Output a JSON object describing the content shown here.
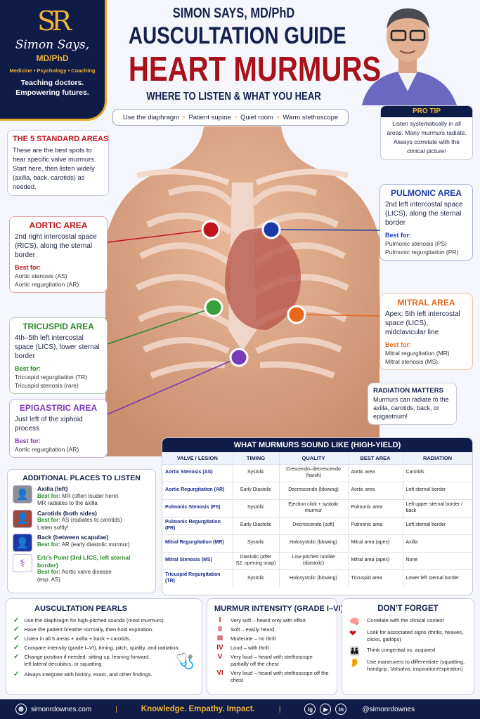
{
  "logo": {
    "monogram": "SR",
    "name": "Simon Says,",
    "credentials": "MD/PhD",
    "tagline": "Medicine • Psychology • Coaching",
    "mission_1": "Teaching doctors.",
    "mission_2": "Empowering futures."
  },
  "header": {
    "kicker": "SIMON SAYS, MD/PhD",
    "title": "AUSCULTATION GUIDE",
    "headline": "HEART MURMURS",
    "subtitle": "WHERE TO LISTEN & WHAT YOU HEAR",
    "tips": [
      "Use the diaphragm",
      "Patient supine",
      "Quiet room",
      "Warm stethoscope"
    ]
  },
  "pro_tip": {
    "title": "PRO TIP",
    "text": "Listen systematically in all areas. Many murmurs radiate. Always correlate with the clinical picture!"
  },
  "standard": {
    "title": "THE 5 STANDARD AREAS",
    "text": "These are the best spots to hear specific valve murmurs. Start here, then listen widely (axilla, back, carotids) as needed."
  },
  "areas": {
    "aortic": {
      "title": "AORTIC AREA",
      "location": "2nd right intercostal space (RICS), along the sternal border",
      "best_for_label": "Best for:",
      "items": [
        "Aortic stenosis (AS)",
        "Aortic regurgitation (AR)"
      ],
      "color": "#c0151c"
    },
    "pulmonic": {
      "title": "PULMONIC AREA",
      "location": "2nd left intercostal space (LICS), along the sternal border",
      "best_for_label": "Best for:",
      "items": [
        "Pulmonic stenosis (PS)",
        "Pulmonic regurgitation (PR)"
      ],
      "color": "#1a3aa8"
    },
    "tricuspid": {
      "title": "TRICUSPID AREA",
      "location": "4th–5th left intercostal space (LICS), lower sternal border",
      "best_for_label": "Best for:",
      "items": [
        "Tricuspid regurgitation (TR)",
        "Tricuspid stenosis (rare)"
      ],
      "color": "#2a8a2a"
    },
    "mitral": {
      "title": "MITRAL AREA",
      "location": "Apex: 5th left intercostal space (LICS), midclavicular line",
      "best_for_label": "Best for:",
      "items": [
        "Mitral regurgitation (MR)",
        "Mitral stenosis (MS)"
      ],
      "color": "#e8671a"
    },
    "epigastric": {
      "title": "EPIGASTRIC AREA",
      "location": "Just left of the xiphoid process",
      "best_for_label": "Best for:",
      "items": [
        "Aortic regurgitation (AR)"
      ],
      "color": "#7a3ab8"
    }
  },
  "radiation": {
    "title": "RADIATION MATTERS",
    "text": "Murmurs can radiate to the axilla, carotids, back, or epigastrium!"
  },
  "table": {
    "title": "WHAT MURMURS SOUND LIKE (HIGH-YIELD)",
    "headers": [
      "VALVE / LESION",
      "TIMING",
      "QUALITY",
      "BEST AREA",
      "RADIATION"
    ],
    "rows": [
      [
        "Aortic Stenosis (AS)",
        "Systolic",
        "Crescendo–decrescendo (harsh)",
        "Aortic area",
        "Carotids"
      ],
      [
        "Aortic Regurgitation (AR)",
        "Early Diastolic",
        "Decrescendo (blowing)",
        "Aortic area",
        "Left sternal border"
      ],
      [
        "Pulmonic Stenosis (PS)",
        "Systolic",
        "Ejection click + systolic murmur",
        "Pulmonic area",
        "Left upper sternal border / back"
      ],
      [
        "Pulmonic Regurgitation (PR)",
        "Early Diastolic",
        "Decrescendo (soft)",
        "Pulmonic area",
        "Left sternal border"
      ],
      [
        "Mitral Regurgitation (MR)",
        "Systolic",
        "Holosystolic (blowing)",
        "Mitral area (apex)",
        "Axilla"
      ],
      [
        "Mitral Stenosis (MS)",
        "Diastolic (after S2, opening snap)",
        "Low-pitched rumble (diastolic)",
        "Mitral area (apex)",
        "None"
      ],
      [
        "Tricuspid Regurgitation (TR)",
        "Systolic",
        "Holosystolic (blowing)",
        "Tricuspid area",
        "Lower left sternal border"
      ]
    ]
  },
  "additional": {
    "title": "ADDITIONAL PLACES TO LISTEN",
    "items": [
      {
        "name": "Axilla (left)",
        "best": "MR (often louder here)",
        "note": "MR radiates to the axilla",
        "icon": "torso-axilla-icon",
        "bg": "#8a8f99"
      },
      {
        "name": "Carotids (both sides)",
        "best": "AS (radiates to carotids)",
        "note": "Listen softly!",
        "icon": "neck-carotid-icon",
        "bg": "#a0483a"
      },
      {
        "name": "Back (between scapulae)",
        "best": "AR (early diastolic murmur)",
        "note": "",
        "icon": "back-icon",
        "bg": "#1a3aa8"
      },
      {
        "name": "Erb's Point (3rd LICS, left sternal border)",
        "best": "Aortic valve disease",
        "note": "(esp. AS)",
        "icon": "stethoscope-icon",
        "bg": "#ffffff"
      }
    ],
    "best_label": "Best for:"
  },
  "pearls": {
    "title": "AUSCULTATION PEARLS",
    "items": [
      "Use the diaphragm for high-pitched sounds (most murmurs).",
      "Have the patient breathe normally, then hold expiration.",
      "Listen in all 5 areas + axilla + back + carotids.",
      "Compare intensity (grade I–VI), timing, pitch, quality, and radiation.",
      "Change position if needed: sitting up, leaning forward, left lateral decubitus, or squatting.",
      "Always integrate with history, exam, and other findings."
    ]
  },
  "intensity": {
    "title": "MURMUR INTENSITY (GRADE I–VI)",
    "grades": [
      [
        "I",
        "Very soft – heard only with effort"
      ],
      [
        "II",
        "Soft – easily heard"
      ],
      [
        "III",
        "Moderate – no thrill"
      ],
      [
        "IV",
        "Loud – with thrill"
      ],
      [
        "V",
        "Very loud – heard with stethoscope partially off the chest"
      ],
      [
        "VI",
        "Very loud – heard with stethoscope off the chest"
      ]
    ]
  },
  "dont_forget": {
    "title": "DON'T FORGET",
    "items": [
      [
        "🧠",
        "Correlate with the clinical context"
      ],
      [
        "❤",
        "Look for associated signs (thrills, heaves, clicks, gallops)"
      ],
      [
        "👪",
        "Think congential vs. acquired"
      ],
      [
        "👂",
        "Use maneuvers to differentiate (squatting, handgrip, Valsalva, inspiration/expiration)"
      ]
    ]
  },
  "footer": {
    "website": "simonrdownes.com",
    "slogan": "Knowledge. Empathy. Impact.",
    "handle": "@simonrdownes",
    "social": [
      "ig",
      "▶",
      "in"
    ]
  }
}
